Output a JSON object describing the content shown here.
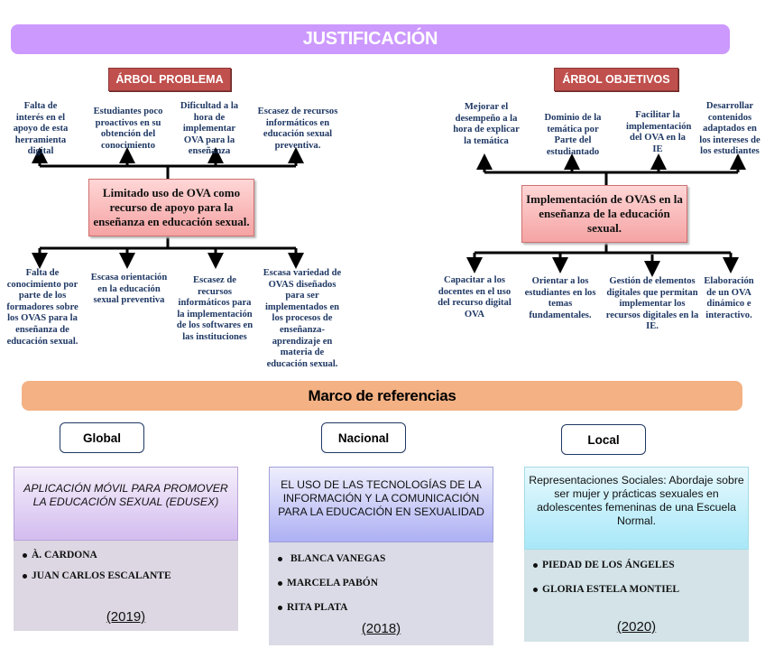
{
  "title": "JUSTIFICACIÓN",
  "problem_tree": {
    "label": "ÁRBOL PROBLEMA",
    "effects": [
      "Falta de interés en el apoyo de esta herramienta digital",
      "Estudiantes poco proactivos en su obtención del conocimiento",
      "Dificultad a la hora de implementar OVA para la enseñanza",
      "Escasez de recursos informáticos en educación sexual preventiva."
    ],
    "core": "Limitado uso de OVA como recurso de apoyo para la enseñanza en educación sexual.",
    "causes": [
      "Falta de conocimiento por parte de los formadores sobre los OVAS para la enseñanza de educación sexual.",
      "Escasa orientación en la educación sexual preventiva",
      "Escasez de recursos informáticos para la implementación de los softwares en las instituciones",
      "Escasa variedad de OVAS diseñados para ser implementados en los procesos de enseñanza-aprendizaje en materia de educación sexual."
    ]
  },
  "objectives_tree": {
    "label": "ÁRBOL OBJETIVOS",
    "ends": [
      "Mejorar el desempeño a la hora de explicar la temática",
      "Dominio de la temática por Parte del estudiantado",
      "Facilitar la implementación del OVA en la IE",
      "Desarrollar contenidos adaptados en los intereses de los estudiantes"
    ],
    "core": "Implementación de OVAS en la enseñanza de la educación sexual.",
    "means": [
      "Capacitar a los docentes en el uso del recurso digital OVA",
      "Orientar a los estudiantes en los temas fundamentales.",
      "Gestión de elementos digitales que permitan implementar los recursos digitales en la IE.",
      "Elaboración de un OVA dinámico e interactivo."
    ]
  },
  "references": {
    "title": "Marco de referencias",
    "scopes": [
      {
        "label": "Global",
        "work_title": "APLICACIÓN MÓVIL PARA PROMOVER LA EDUCACIÓN SEXUAL (EDUSEX)",
        "authors": [
          "À. CARDONA",
          "JUAN CARLOS ESCALANTE"
        ],
        "year": "(2019)"
      },
      {
        "label": "Nacional",
        "work_title": "EL USO DE LAS TECNOLOGÍAS DE LA INFORMACIÓN Y LA COMUNICACIÓN PARA LA EDUCACIÓN EN SEXUALIDAD",
        "authors": [
          "BLANCA VANEGAS",
          "MARCELA PABÓN",
          "RITA PLATA"
        ],
        "year": "(2018)"
      },
      {
        "label": "Local",
        "work_title": "Representaciones Sociales: Abordaje sobre ser mujer y prácticas sexuales en adolescentes femeninas de una Escuela Normal.",
        "authors": [
          "PIEDAD DE LOS ÁNGELES",
          "GLORIA ESTELA MONTIEL"
        ],
        "year": "(2020)"
      }
    ]
  },
  "colors": {
    "title_banner": "#cc99ff",
    "tree_tag": "#c0504d",
    "leaf_text": "#1f3864",
    "reference_banner": "#f4b183",
    "global_card": "#d9c3f0",
    "national_card": "#b8baf5",
    "local_card": "#b7ecf8"
  }
}
